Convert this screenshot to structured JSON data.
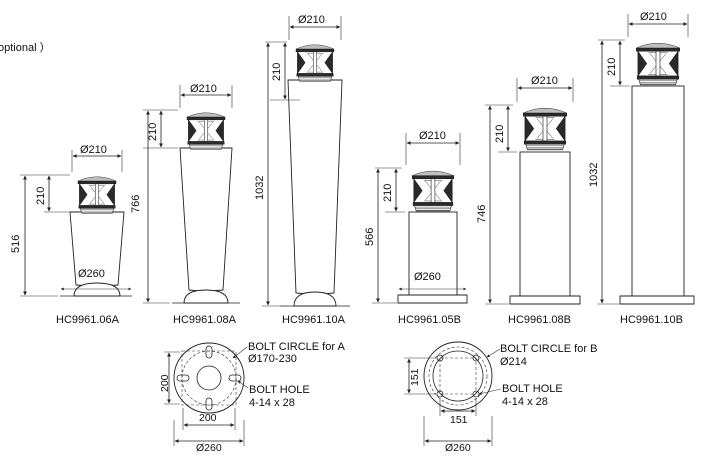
{
  "header_note": "optional ）",
  "head_diameter": "Ø210",
  "head_height": "210",
  "base_diameter": "Ø260",
  "lamps": [
    {
      "model": "HC9961.06A",
      "height": "516"
    },
    {
      "model": "HC9961.08A",
      "height": "766"
    },
    {
      "model": "HC9961.10A",
      "height": "1032"
    },
    {
      "model": "HC9961.05B",
      "height": "566"
    },
    {
      "model": "HC9961.08B",
      "height": "746"
    },
    {
      "model": "HC9961.10B",
      "height": "1032"
    }
  ],
  "base_a": {
    "square_w": "200",
    "square_h": "200",
    "outer_diameter": "Ø260",
    "bolt_circle_title": "BOLT CIRCLE for A",
    "bolt_circle_value": "Ø170-230",
    "bolt_hole_title": "BOLT HOLE",
    "bolt_hole_value": "4-14 x 28"
  },
  "base_b": {
    "square_w": "151",
    "square_h": "151",
    "outer_diameter": "Ø260",
    "bolt_circle_title": "BOLT CIRCLE for B",
    "bolt_circle_value": "Ø214",
    "bolt_hole_title": "BOLT HOLE",
    "bolt_hole_value": "4-14 x 28"
  }
}
